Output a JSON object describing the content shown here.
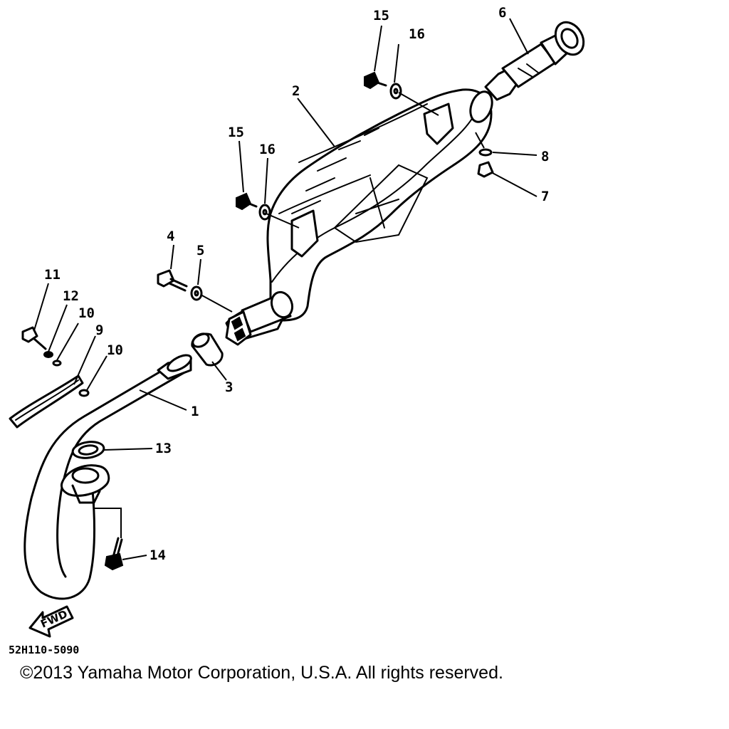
{
  "diagram": {
    "diagram_code": "52H110-5090",
    "fwd_label": "FWD",
    "copyright": "©2013 Yamaha Motor Corporation, U.S.A. All rights reserved."
  },
  "callouts": [
    {
      "id": "1",
      "label": "1"
    },
    {
      "id": "2",
      "label": "2"
    },
    {
      "id": "3",
      "label": "3"
    },
    {
      "id": "4",
      "label": "4"
    },
    {
      "id": "5",
      "label": "5"
    },
    {
      "id": "6",
      "label": "6"
    },
    {
      "id": "7",
      "label": "7"
    },
    {
      "id": "8",
      "label": "8"
    },
    {
      "id": "9",
      "label": "9"
    },
    {
      "id": "10a",
      "label": "10"
    },
    {
      "id": "10b",
      "label": "10"
    },
    {
      "id": "11",
      "label": "11"
    },
    {
      "id": "12",
      "label": "12"
    },
    {
      "id": "13",
      "label": "13"
    },
    {
      "id": "14",
      "label": "14"
    },
    {
      "id": "15a",
      "label": "15"
    },
    {
      "id": "15b",
      "label": "15"
    },
    {
      "id": "16a",
      "label": "16"
    },
    {
      "id": "16b",
      "label": "16"
    }
  ]
}
